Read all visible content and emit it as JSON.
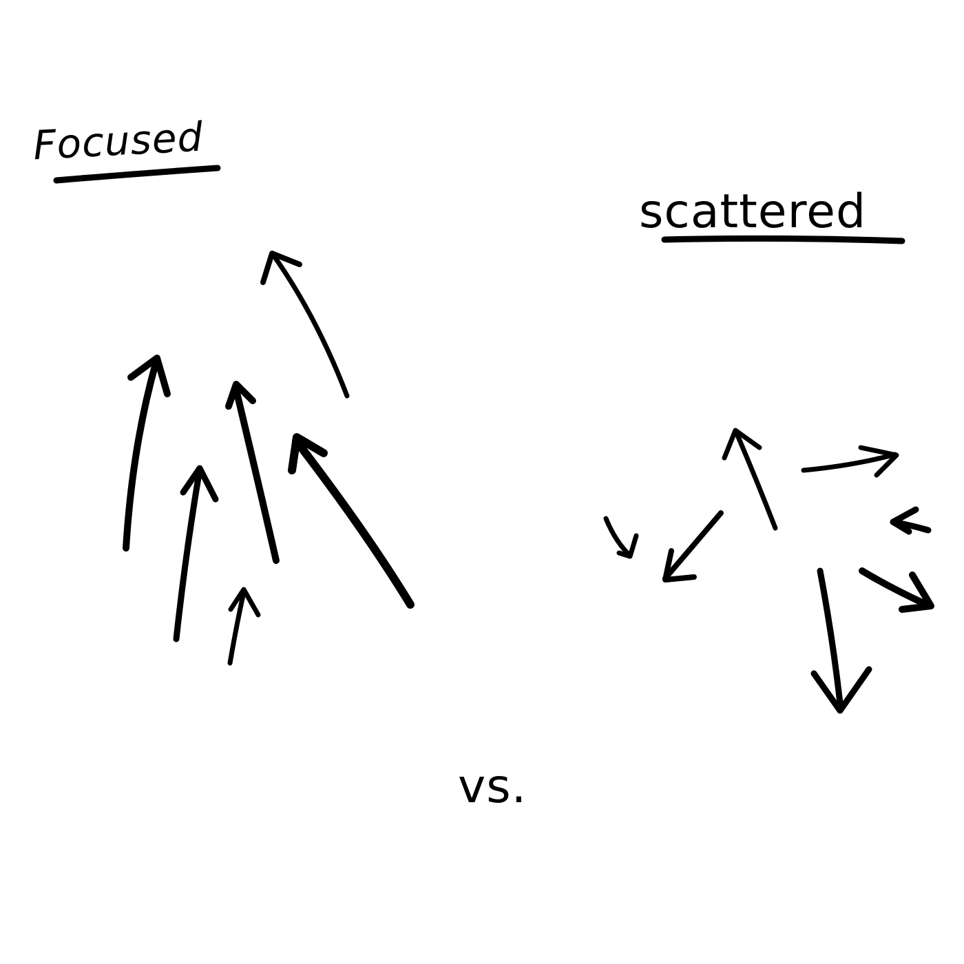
{
  "labels": {
    "left": "Focused",
    "right": "scattered",
    "middle": "vs."
  },
  "colors": {
    "ink": "#000000",
    "background": "#ffffff"
  },
  "icons": {
    "arrow": "hand-drawn-arrow-icon"
  }
}
